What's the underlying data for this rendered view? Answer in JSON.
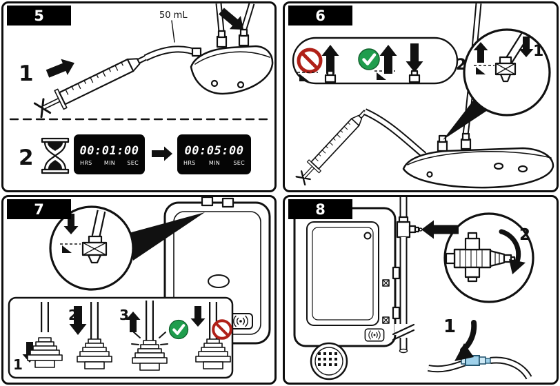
{
  "colors": {
    "line": "#111111",
    "prohibited_red": "#b02018",
    "ok_green": "#1f9d4d",
    "fitting_blue": "#9fd1ea",
    "display_bg": "#050505",
    "display_text": "#ffffff"
  },
  "panel5": {
    "number": "5",
    "step1_label": "1",
    "step2_label": "2",
    "volume_label": "50 mL",
    "timer_before": {
      "value": "00:01:00",
      "unit_hrs": "HRS",
      "unit_min": "MIN",
      "unit_sec": "SEC"
    },
    "timer_after": {
      "value": "00:05:00",
      "unit_hrs": "HRS",
      "unit_min": "MIN",
      "unit_sec": "SEC"
    }
  },
  "panel6": {
    "number": "6",
    "zoom_label_pull": "2",
    "zoom_label_push": "1"
  },
  "panel7": {
    "number": "7",
    "fig1_label": "1",
    "fig2_label": "2",
    "fig3_label": "3"
  },
  "panel8": {
    "number": "8",
    "valve_step_label": "2",
    "drain_step_label": "1"
  }
}
